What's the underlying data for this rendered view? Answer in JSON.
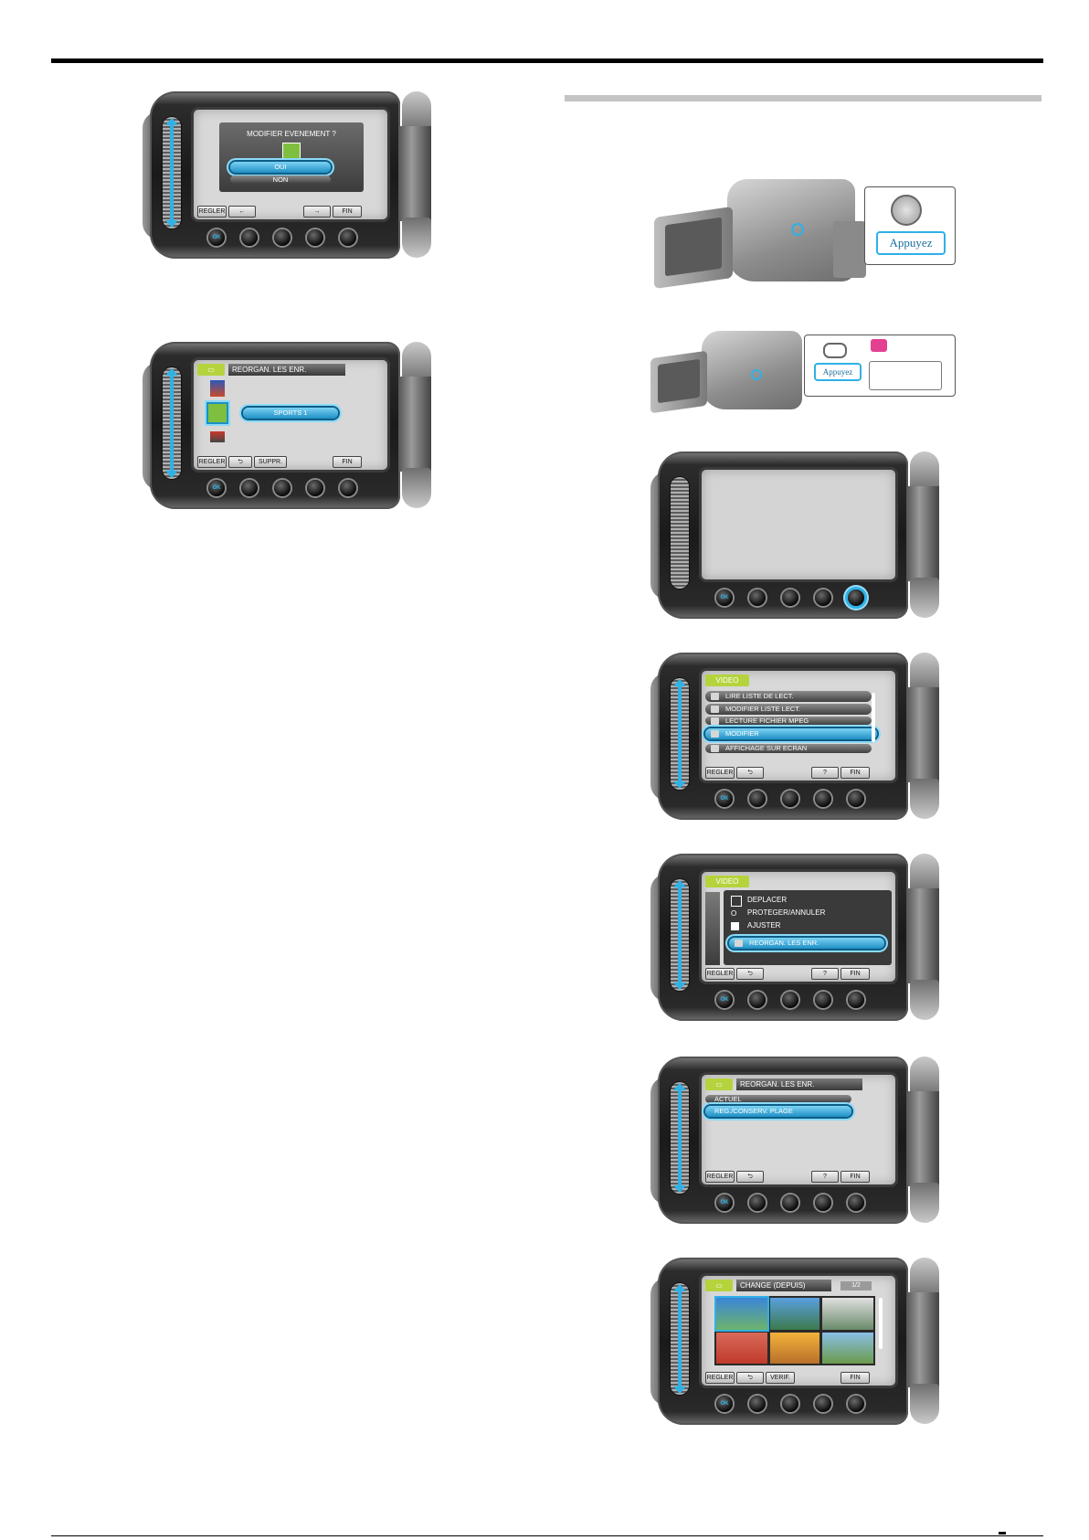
{
  "ui": {
    "ok": "OK",
    "regler": "REGLER",
    "fin": "FIN",
    "left_arrow": "←",
    "right_arrow": "→",
    "back_icon": "⮌",
    "help": "?",
    "suppr": "SUPPR.",
    "verif": "VERIF."
  },
  "screen1": {
    "question": "MODIFIER EVENEMENT ?",
    "yes": "OUI",
    "no": "NON"
  },
  "screen2": {
    "title": "REORGAN. LES ENR.",
    "item": "SPORTS 1"
  },
  "camera1": {
    "callout": "Appuyez"
  },
  "camera2": {
    "callout": "Appuyez"
  },
  "screen4": {
    "tag": "VIDEO",
    "items": [
      "LIRE LISTE DE LECT.",
      "MODIFIER LISTE LECT.",
      "LECTURE FICHIER MPEG",
      "MODIFIER",
      "AFFICHAGE SUR ECRAN"
    ]
  },
  "screen5": {
    "tag": "VIDEO",
    "items": [
      "DEPLACER",
      "PROTEGER/ANNULER",
      "AJUSTER",
      "REORGAN. LES ENR."
    ]
  },
  "screen6": {
    "title": "REORGAN. LES ENR.",
    "items": [
      "ACTUEL",
      "REG./CONSERV. PLAGE"
    ]
  },
  "screen7": {
    "title": "CHANGE (DEPUIS)",
    "page": "1/2"
  },
  "colors": {
    "accent": "#2fb1e6",
    "tag_green": "#b5d33d"
  }
}
